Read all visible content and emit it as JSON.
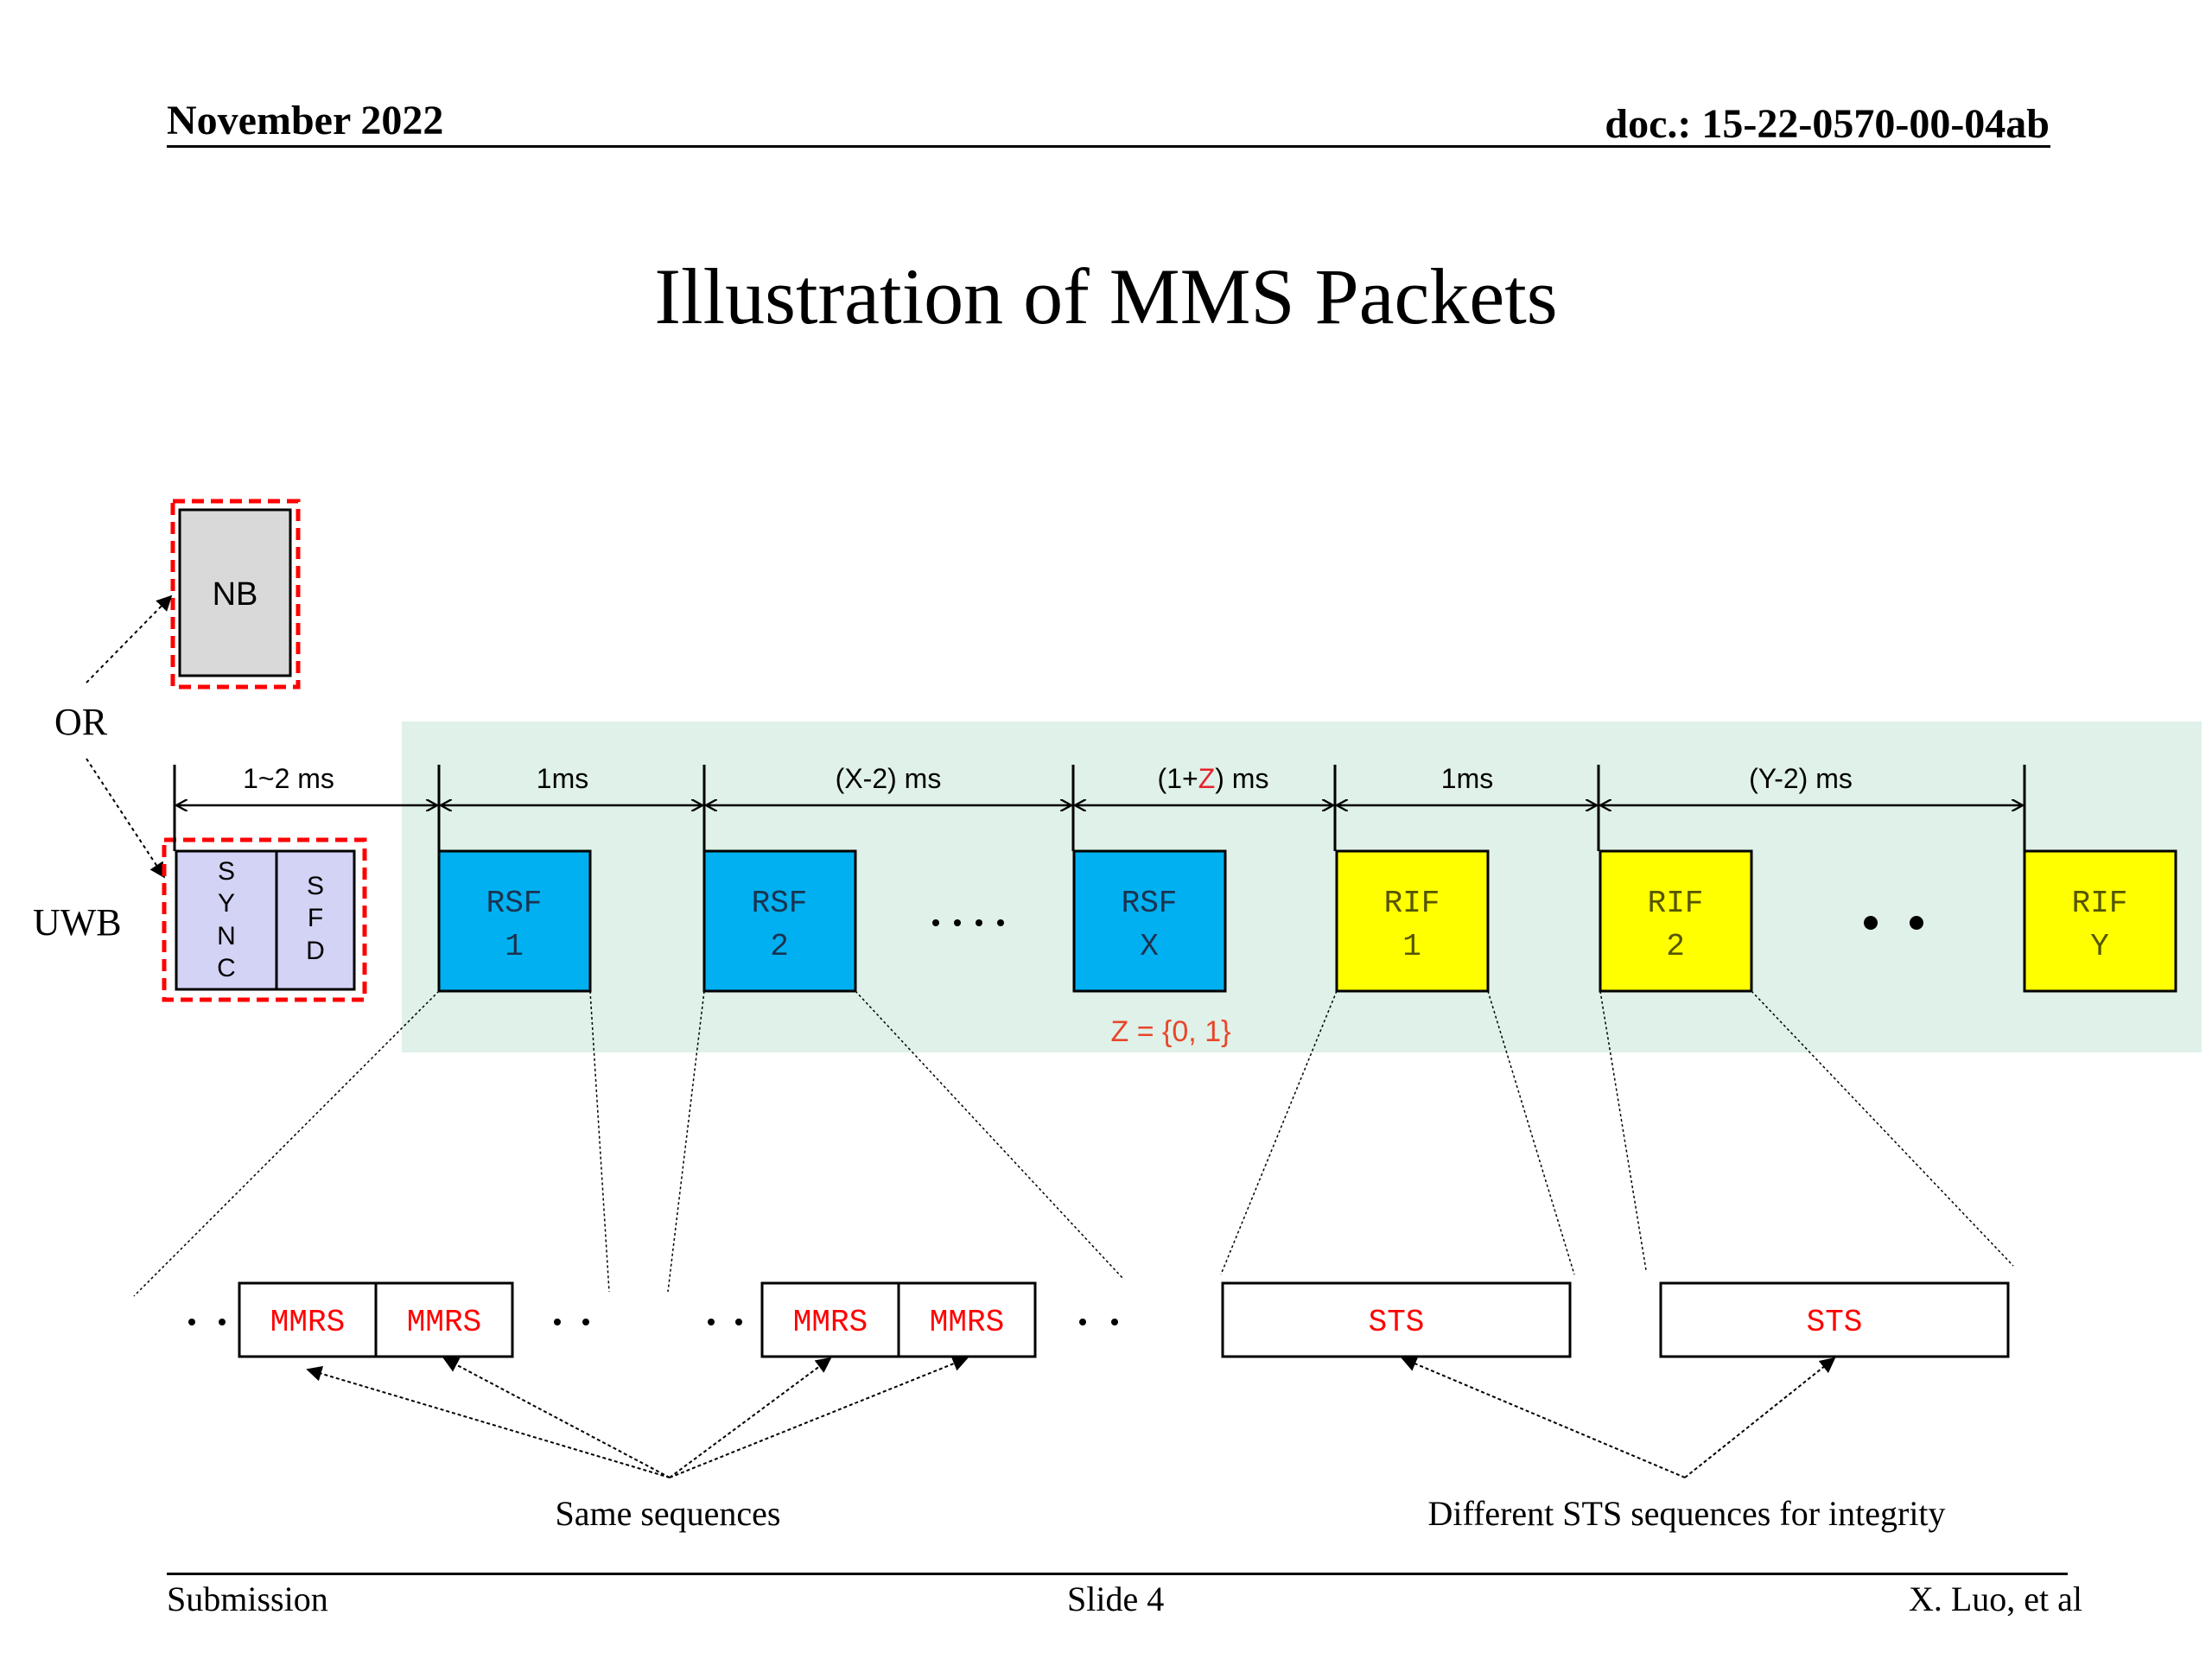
{
  "header": {
    "date": "November 2022",
    "doc_id": "doc.: 15-22-0570-00-04ab"
  },
  "title": "Illustration of MMS Packets",
  "labels": {
    "or": "OR",
    "uwb": "UWB",
    "nb": "NB",
    "sync_letters": [
      "S",
      "Y",
      "N",
      "C"
    ],
    "sfd_letters": [
      "S",
      "F",
      "D"
    ],
    "z_values": "Z = {0, 1}",
    "same_sequences": "Same sequences",
    "different_sts": "Different STS sequences for integrity"
  },
  "durations": [
    {
      "name": "preamble",
      "parts": [
        {
          "text": "1~2 ms",
          "color": "#000000"
        }
      ]
    },
    {
      "name": "rsf-1",
      "parts": [
        {
          "text": "1ms",
          "color": "#000000"
        }
      ]
    },
    {
      "name": "rsf-middle",
      "parts": [
        {
          "text": "(X-2) ms",
          "color": "#000000"
        }
      ]
    },
    {
      "name": "rsf-x",
      "parts": [
        {
          "text": "(1+",
          "color": "#000000"
        },
        {
          "text": "Z",
          "color": "#e8212b"
        },
        {
          "text": ") ms",
          "color": "#000000"
        }
      ]
    },
    {
      "name": "rif-1",
      "parts": [
        {
          "text": "1ms",
          "color": "#000000"
        }
      ]
    },
    {
      "name": "rif-middle",
      "parts": [
        {
          "text": "(Y-2) ms",
          "color": "#000000"
        }
      ]
    }
  ],
  "rsf_blocks": [
    {
      "line1": "RSF",
      "line2": "1"
    },
    {
      "line1": "RSF",
      "line2": "2"
    },
    {
      "line1": "RSF",
      "line2": "X"
    }
  ],
  "rif_blocks": [
    {
      "line1": "RIF",
      "line2": "1"
    },
    {
      "line1": "RIF",
      "line2": "2"
    },
    {
      "line1": "RIF",
      "line2": "Y"
    }
  ],
  "sequence_groups": [
    {
      "cells": [
        "MMRS",
        "MMRS"
      ]
    },
    {
      "cells": [
        "MMRS",
        "MMRS"
      ]
    }
  ],
  "sts_boxes": [
    "STS",
    "STS"
  ],
  "footer": {
    "left": "Submission",
    "center": "Slide 4",
    "right": "X. Luo, et al"
  },
  "colors": {
    "rsf_fill": "#00b0f0",
    "rif_fill": "#ffff00",
    "green_band": "#dff1e8",
    "preamble_fill": "#d3d3f5",
    "nb_fill": "#d9d9d9",
    "dashed_red": "#ff0000",
    "red_text": "#ff0000",
    "z_text": "#e8462b"
  }
}
